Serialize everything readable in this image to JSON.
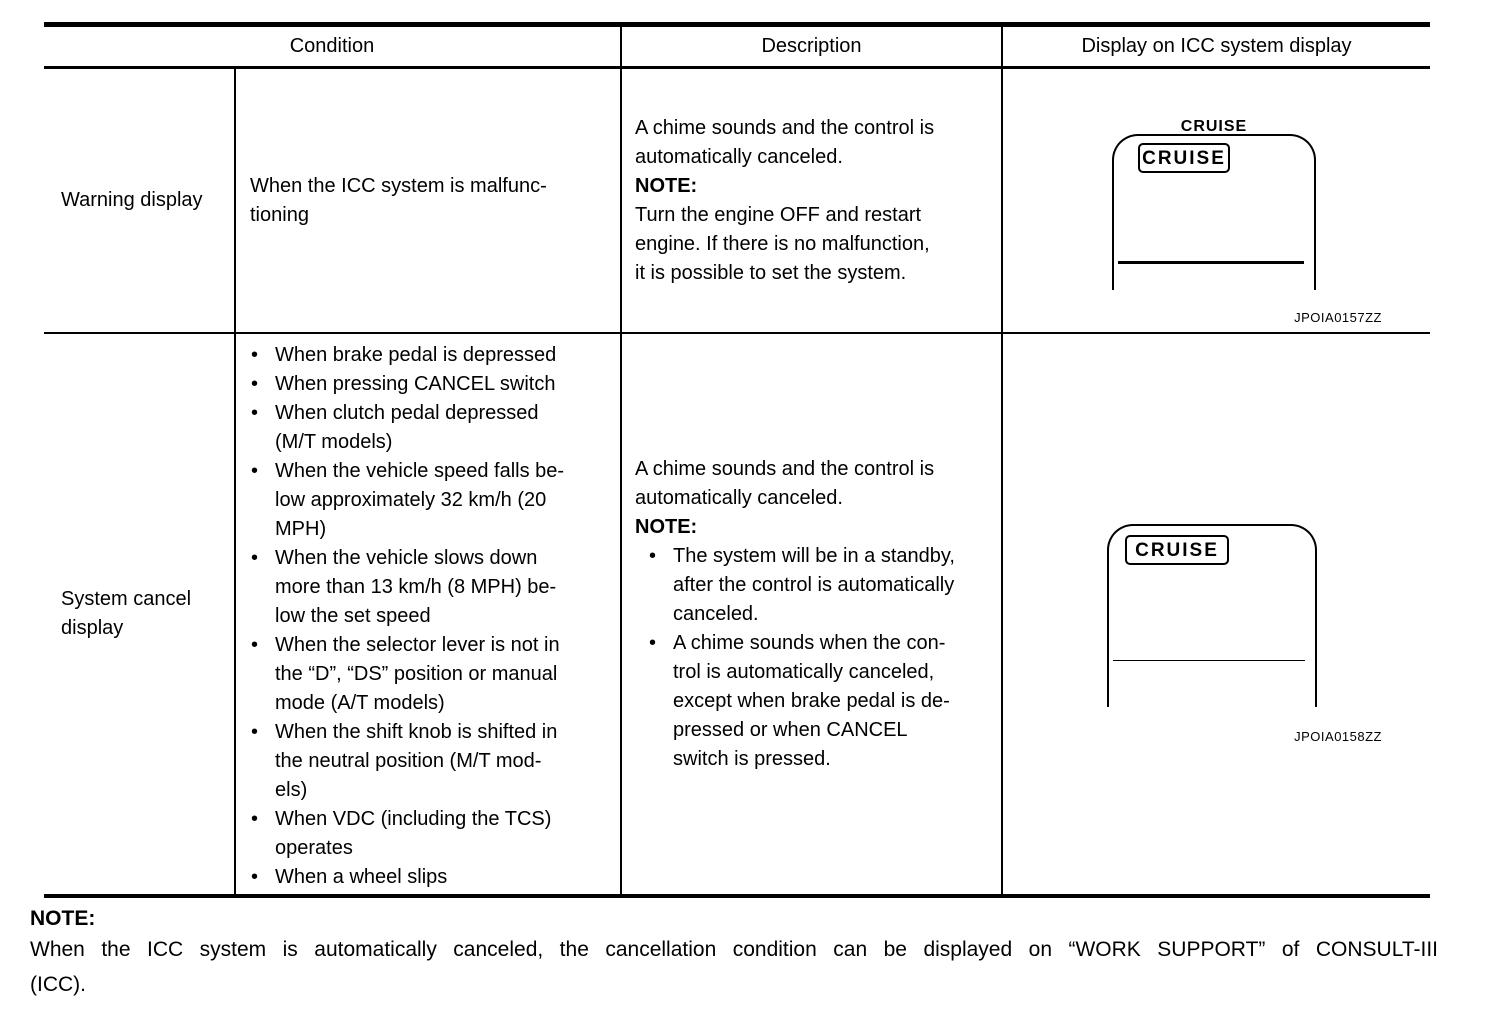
{
  "table": {
    "headers": [
      "Condition",
      "Description",
      "Display on ICC system display"
    ],
    "rows": [
      {
        "label": "Warning display",
        "condition": "When the ICC system is malfunc-\ntioning",
        "description": {
          "intro": "A chime sounds and the control is\nautomatically canceled.",
          "note_label": "NOTE:",
          "note_text": "Turn the engine OFF and restart\nengine. If there is no malfunction,\nit is possible to set the system."
        },
        "display": {
          "top_label": "CRUISE",
          "badge": "CRUISE",
          "caption": "JPOIA0157ZZ"
        }
      },
      {
        "label": "System cancel\ndisplay",
        "bullets": [
          "When brake pedal is depressed",
          "When pressing CANCEL switch",
          "When clutch pedal depressed\n(M/T models)",
          "When the vehicle speed falls be-\nlow approximately 32 km/h (20\nMPH)",
          "When the vehicle slows down\nmore than 13 km/h (8 MPH) be-\nlow the set speed",
          "When the selector lever is not in\nthe “D”, “DS” position or manual\nmode (A/T models)",
          "When the shift knob is shifted in\nthe neutral position (M/T mod-\nels)",
          "When VDC (including the TCS)\noperates",
          "When a wheel slips"
        ],
        "description": {
          "intro": "A chime sounds and the control is\nautomatically canceled.",
          "note_label": "NOTE:",
          "note_bullets": [
            "The system will be in a standby,\nafter the control is automatically\ncanceled.",
            "A chime sounds when the con-\ntrol is automatically canceled,\nexcept when brake pedal is de-\npressed or when CANCEL\nswitch is pressed."
          ]
        },
        "display": {
          "badge": "CRUISE",
          "caption": "JPOIA0158ZZ"
        }
      }
    ]
  },
  "glyphs": {
    "bullet": "•"
  },
  "footnote": {
    "note_label": "NOTE:",
    "line1": "When the ICC system is automatically canceled, the cancellation condition can be displayed on “WORK SUPPORT” of CONSULT-III",
    "line2": "(ICC)."
  }
}
